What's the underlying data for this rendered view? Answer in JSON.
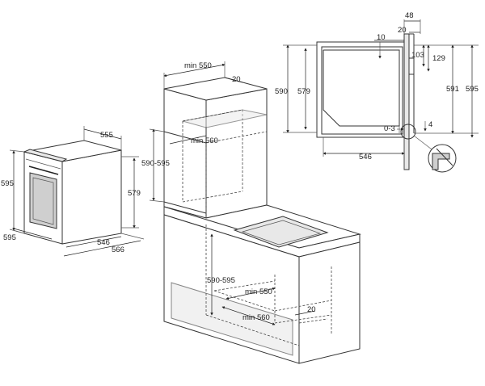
{
  "dimensions": {
    "oven_height": "595",
    "oven_depth_top": "555",
    "oven_height_right": "579",
    "oven_width": "595",
    "oven_depth_1": "546",
    "oven_depth_2": "566",
    "niche_min_width": "min 550",
    "niche_top_gap": "20",
    "niche_min_depth": "min 560",
    "niche_height": "590-595",
    "counter_niche_height": "590-595",
    "counter_min_width": "min 550",
    "counter_min_depth": "min 560",
    "counter_gap": "20",
    "detail_48": "48",
    "detail_20": "20",
    "detail_10": "10",
    "detail_103": "103",
    "detail_129": "129",
    "detail_590": "590",
    "detail_579": "579",
    "detail_591": "591",
    "detail_595": "595",
    "detail_546": "546",
    "detail_03": "0-3",
    "detail_4": "4"
  }
}
